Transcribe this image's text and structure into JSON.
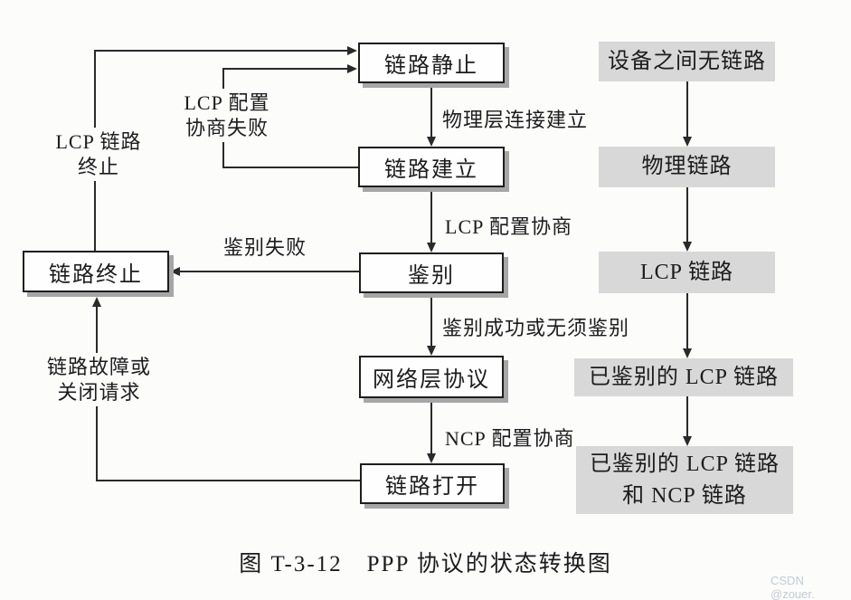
{
  "colors": {
    "bg": "#fcfcfb",
    "line": "#2a2a2a",
    "box_fill": "#fefefe",
    "box_border": "#1e1e1e",
    "box_shadow": "#a6a6a6",
    "phase_fill": "#d8d8d8",
    "text": "#1c1c1c",
    "watermark": "#c4cad3"
  },
  "states": [
    {
      "label": "链路静止"
    },
    {
      "label": "链路建立"
    },
    {
      "label": "鉴别"
    },
    {
      "label": "网络层协议"
    },
    {
      "label": "链路打开"
    },
    {
      "label": "链路终止"
    }
  ],
  "phases": [
    {
      "label": "设备之间无链路"
    },
    {
      "label": "物理链路"
    },
    {
      "label": "LCP 链路"
    },
    {
      "label": "已鉴别的 LCP 链路"
    },
    {
      "label": "已鉴别的 LCP 链路\n和 NCP 链路"
    }
  ],
  "transitions": {
    "physical_establish": "物理层连接建立",
    "lcp_negotiation": "LCP 配置协商",
    "auth_success": "鉴别成功或无须鉴别",
    "ncp_negotiation": "NCP 配置协商",
    "auth_fail": "鉴别失败",
    "lcp_negotiation_fail": "LCP 配置\n协商失败",
    "lcp_link_terminate": "LCP 链路\n终止",
    "link_fault": "链路故障或\n关闭请求"
  },
  "caption": "图 T-3-12　PPP 协议的状态转换图",
  "watermark": "CSDN @zouer."
}
